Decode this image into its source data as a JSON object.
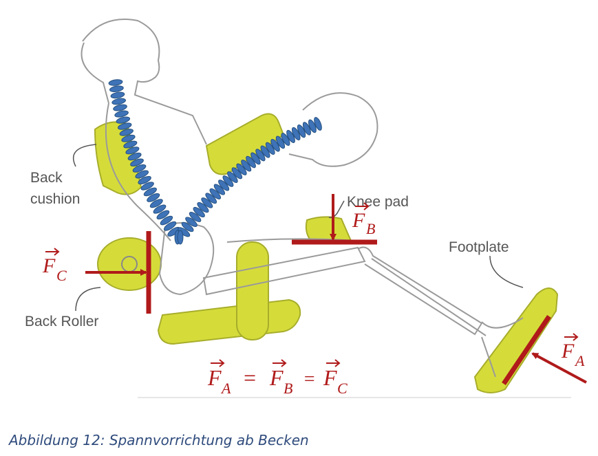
{
  "labels": {
    "back_cushion_line1": "Back",
    "back_cushion_line2": "cushion",
    "knee_pad": "Knee pad",
    "footplate": "Footplate",
    "back_roller": "Back Roller"
  },
  "forces": {
    "fc": {
      "letter": "F",
      "sub": "C"
    },
    "fb": {
      "letter": "F",
      "sub": "B"
    },
    "fa": {
      "letter": "F",
      "sub": "A"
    }
  },
  "equation": {
    "a_letter": "F",
    "a_sub": "A",
    "eq1": "=",
    "b_letter": "F",
    "b_sub": "B",
    "eq2": "=",
    "c_letter": "F",
    "c_sub": "C"
  },
  "caption": "Abbildung 12: Spannvorrichtung ab Becken",
  "colors": {
    "pad_fill": "#d5dc3a",
    "pad_stroke": "#a7ad2a",
    "spine": "#3f73b8",
    "force": "#b01a1a",
    "caption": "#2f4b7c"
  }
}
